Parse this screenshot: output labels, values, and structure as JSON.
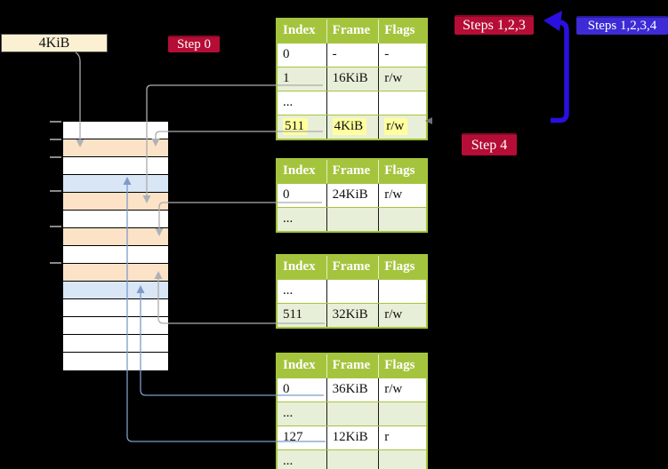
{
  "labels": {
    "frame_box": "4KiB"
  },
  "badges": {
    "step0": "Step 0",
    "steps123": "Steps 1,2,3",
    "step4": "Step 4",
    "steps1234": "Steps 1,2,3,4"
  },
  "table_header": [
    "Index",
    "Frame",
    "Flags"
  ],
  "page_tables": [
    {
      "name": "page-table-1",
      "rows": [
        {
          "index": "0",
          "frame": "-",
          "flags": "-",
          "shaded": false,
          "highlight": false
        },
        {
          "index": "1",
          "frame": "16KiB",
          "flags": "r/w",
          "shaded": true,
          "highlight": false
        },
        {
          "index": "...",
          "frame": "",
          "flags": "",
          "shaded": false,
          "highlight": false
        },
        {
          "index": "511",
          "frame": "4KiB",
          "flags": "r/w",
          "shaded": true,
          "highlight": true
        }
      ]
    },
    {
      "name": "page-table-2",
      "rows": [
        {
          "index": "0",
          "frame": "24KiB",
          "flags": "r/w",
          "shaded": false,
          "highlight": false
        },
        {
          "index": "...",
          "frame": "",
          "flags": "",
          "shaded": true,
          "highlight": false
        }
      ]
    },
    {
      "name": "page-table-3",
      "rows": [
        {
          "index": "...",
          "frame": "",
          "flags": "",
          "shaded": false,
          "highlight": false
        },
        {
          "index": "511",
          "frame": "32KiB",
          "flags": "r/w",
          "shaded": true,
          "highlight": false
        }
      ]
    },
    {
      "name": "page-table-4",
      "rows": [
        {
          "index": "0",
          "frame": "36KiB",
          "flags": "r/w",
          "shaded": false,
          "highlight": false
        },
        {
          "index": "...",
          "frame": "",
          "flags": "",
          "shaded": true,
          "highlight": false
        },
        {
          "index": "127",
          "frame": "12KiB",
          "flags": "r",
          "shaded": false,
          "highlight": false
        },
        {
          "index": "...",
          "frame": "",
          "flags": "",
          "shaded": true,
          "highlight": false
        }
      ]
    }
  ],
  "memory_map": {
    "rows": [
      "white",
      "peach",
      "white",
      "blue",
      "peach",
      "white",
      "peach",
      "white",
      "peach",
      "blue",
      "white",
      "white",
      "white",
      "white"
    ]
  },
  "colors": {
    "table_header_green": "#A5C43E",
    "table_row_green": "#E8EFD8",
    "highlight_yellow": "#FFFF9E",
    "memory_peach": "#FCE3C7",
    "memory_blue": "#D8E6F6",
    "frame_box_cream": "#FBF0D2",
    "badge_red": "#B50D36",
    "badge_blue": "#3D2BD5",
    "loop_arrow_blue": "#2A10E0",
    "connector_gray": "#ACACAC",
    "connector_blue": "#7E9BC8"
  }
}
